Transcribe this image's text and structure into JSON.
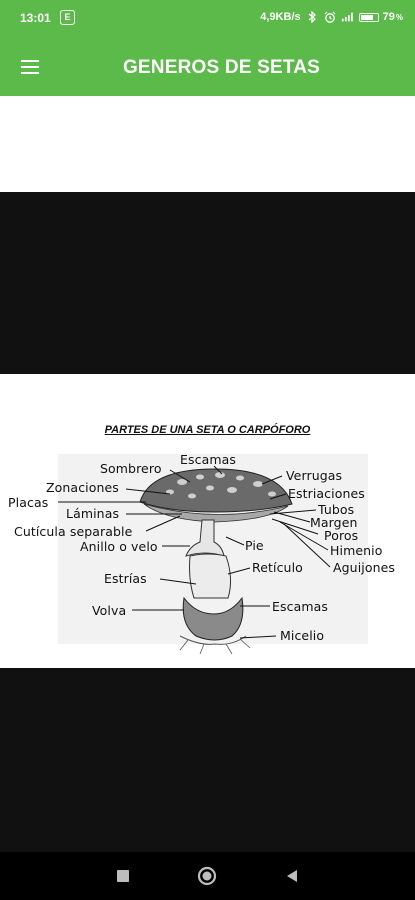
{
  "status_bar": {
    "time": "13:01",
    "badge": "E",
    "network_speed": "4,9KB/s",
    "battery_percent": "79",
    "battery_level": 0.79
  },
  "app_bar": {
    "title": "GENEROS DE SETAS",
    "menu_icon": "hamburger-menu-icon",
    "background_color": "#5cba4a"
  },
  "diagram": {
    "title": "PARTES DE UNA SETA O CARPÓFORO",
    "labels": {
      "escamas_top": "Escamas",
      "sombrero": "Sombrero",
      "verrugas": "Verrugas",
      "zonaciones": "Zonaciones",
      "estriaciones": "Estriaciones",
      "placas": "Placas",
      "laminas": "Láminas",
      "tubos": "Tubos",
      "margen": "Margen",
      "cuticula": "Cutícula separable",
      "poros": "Poros",
      "anillo": "Anillo o velo",
      "pie": "Pie",
      "himenio": "Himenio",
      "reticulo": "Retículo",
      "aguijones": "Aguijones",
      "estrias": "Estrías",
      "volva": "Volva",
      "escamas_bottom": "Escamas",
      "micelio": "Micelio"
    }
  },
  "nav_bar": {
    "recents_icon": "square-recents-icon",
    "home_icon": "circle-home-icon",
    "back_icon": "triangle-back-icon"
  }
}
